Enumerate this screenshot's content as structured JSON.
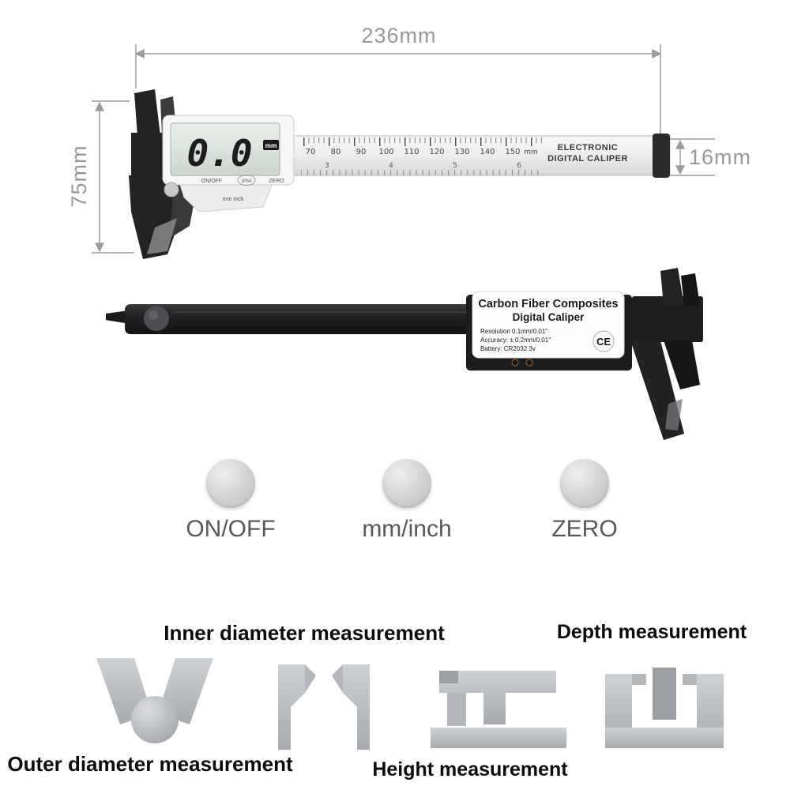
{
  "dimensions": {
    "width_label": "236mm",
    "height_label": "75mm",
    "thickness_label": "16mm"
  },
  "caliper_front": {
    "display_value": "0.0",
    "display_unit": "mm",
    "brand_line1": "ELECTRONIC",
    "brand_line2": "DIGITAL CALIPER",
    "scale_mm": [
      "70",
      "80",
      "90",
      "100",
      "110",
      "120",
      "130",
      "140",
      "150"
    ],
    "scale_mm_unit": "mm",
    "scale_inch": [
      "3",
      "4",
      "5",
      "6"
    ],
    "button_onoff": "ON/OFF",
    "button_zero": "ZERO",
    "rating": "IP54",
    "units_label": "mm  inch"
  },
  "caliper_back": {
    "label_title_line1": "Carbon Fiber Composites",
    "label_title_line2": "Digital Caliper",
    "spec_resolution": "Resolution 0.1mm/0.01\"",
    "spec_accuracy": "Accuracy: ± 0.2mm/0.01\"",
    "spec_battery": "Battery: CR2032 3v",
    "ce_mark": "CE"
  },
  "function_buttons": [
    {
      "label": "ON/OFF"
    },
    {
      "label": "mm/inch"
    },
    {
      "label": "ZERO"
    }
  ],
  "measurement_types": {
    "inner": "Inner diameter measurement",
    "depth": "Depth measurement",
    "outer": "Outer diameter measurement",
    "height": "Height measurement"
  },
  "colors": {
    "dimension_annotation": "#98989b",
    "icon_gray": "#c3c6c9",
    "body_black": "#232325",
    "lcd_screen": "#dde7df"
  }
}
